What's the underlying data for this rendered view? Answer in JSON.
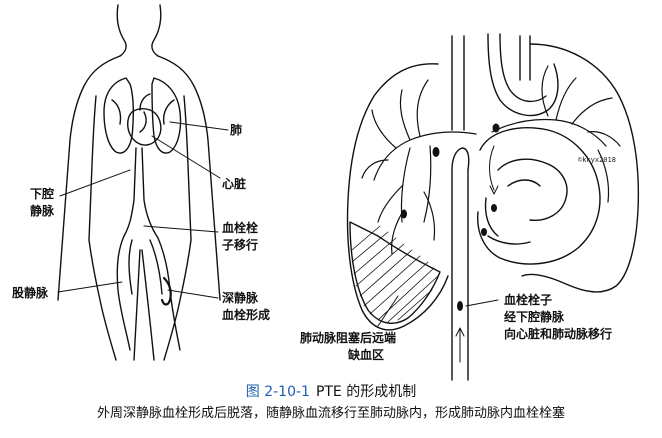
{
  "figure": {
    "number": "图 2-10-1",
    "title": "PTE 的形成机制",
    "caption": "外周深静脉血栓形成后脱落，随静脉血流移行至肺动脉内，形成肺动脉内血栓栓塞"
  },
  "left_diagram": {
    "labels": {
      "lung": "肺",
      "heart": "心脏",
      "ivc_line1": "下腔",
      "ivc_line2": "静脉",
      "embolus_line1": "血栓栓",
      "embolus_line2": "子移行",
      "femoral_vein": "股静脉",
      "dvt_line1": "深静脉",
      "dvt_line2": "血栓形成"
    }
  },
  "right_diagram": {
    "labels": {
      "infarct_line1": "肺动脉阻塞后远端",
      "infarct_line2": "缺血区",
      "path_line1": "血栓栓子",
      "path_line2": "经下腔静脉",
      "path_line3": "向心脏和肺动脉移行"
    },
    "watermark": "©kkyx2018"
  }
}
